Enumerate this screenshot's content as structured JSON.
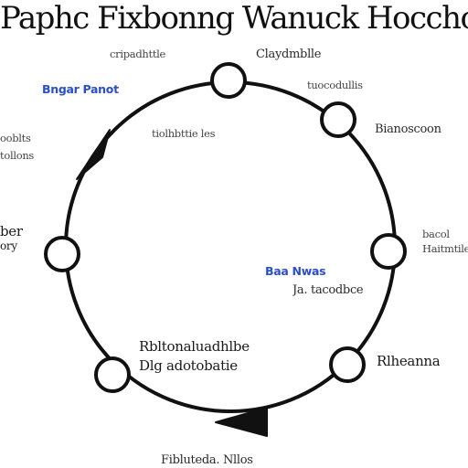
{
  "diagram": {
    "title": "Paphc Fixbonng Wanuck Hocchon",
    "colors": {
      "line": "#111111",
      "node_fill": "#ffffff",
      "accent_label": "#2b4fc9",
      "text": "#2a2a2a"
    },
    "nodes": [
      {
        "name": "node-top"
      },
      {
        "name": "node-upper-right"
      },
      {
        "name": "node-right"
      },
      {
        "name": "node-lower-right"
      },
      {
        "name": "node-lower-left"
      },
      {
        "name": "node-left"
      }
    ],
    "labels": {
      "top_left": "cripadhttle",
      "top_center": "Claydmblle",
      "upper_right_small": "tuocodullis",
      "right_mid": "Bianoscoon",
      "far_right_line1": "bacol",
      "far_right_line2": "Haitmtile",
      "center_right_blue": "Baa Nwas",
      "center_right_small": "Ja. tacodbce",
      "inner_top_small": "tiolhbttie les",
      "left_blue": "Bngar Panot",
      "left_upper_line1": "ooblts",
      "left_upper_line2": "tollons",
      "left_mid_line1": "ber",
      "left_mid_line2": "ory",
      "bottom_center_line1": "Rbltonaluadhlbe",
      "bottom_center_line2": "Dlg adotobatie",
      "lower_right": "Rlheanna",
      "bottom_edge": "Fibluteda. Nllos"
    }
  }
}
